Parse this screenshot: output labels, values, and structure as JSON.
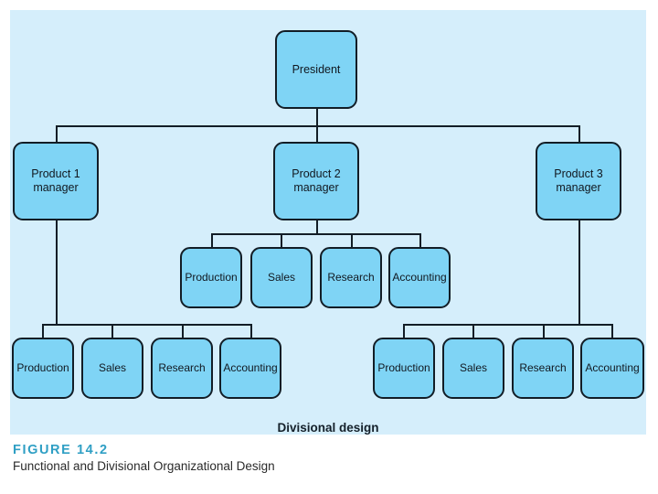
{
  "figure": {
    "number": "FIGURE 14.2",
    "title": "Functional and Divisional Organizational Design",
    "number_color": "#2f9fc4",
    "panel_background": "#d5eefb"
  },
  "diagram": {
    "caption": "Divisional design",
    "node_fill": "#7fd4f5",
    "node_border": "#121d26",
    "nodes": {
      "president": {
        "label": "President"
      },
      "product1": {
        "label": "Product 1\nmanager"
      },
      "product2": {
        "label": "Product 2\nmanager"
      },
      "product3": {
        "label": "Product 3\nmanager"
      },
      "p1_functions": [
        {
          "label": "Production"
        },
        {
          "label": "Sales"
        },
        {
          "label": "Research"
        },
        {
          "label": "Accounting"
        }
      ],
      "p2_functions": [
        {
          "label": "Production"
        },
        {
          "label": "Sales"
        },
        {
          "label": "Research"
        },
        {
          "label": "Accounting"
        }
      ],
      "p3_functions": [
        {
          "label": "Production"
        },
        {
          "label": "Sales"
        },
        {
          "label": "Research"
        },
        {
          "label": "Accounting"
        }
      ]
    }
  }
}
